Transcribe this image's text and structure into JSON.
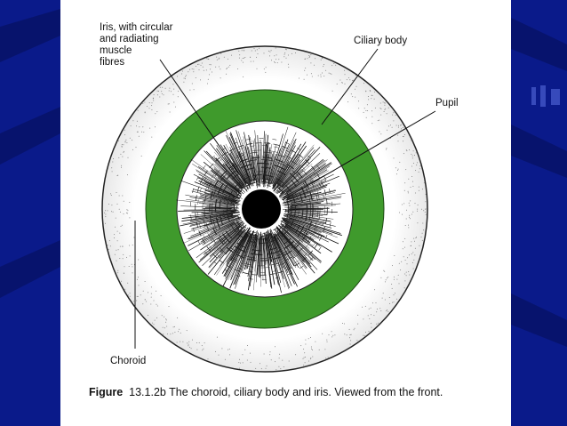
{
  "labels": {
    "iris": "Iris, with circular\nand radiating\nmuscle\nfibres",
    "ciliary_body": "Ciliary body",
    "pupil": "Pupil",
    "choroid": "Choroid"
  },
  "caption": {
    "prefix": "Figure",
    "number": "13.1.2b",
    "text": " The choroid, ciliary body and iris. Viewed from the front."
  },
  "colors": {
    "slide_background": "#0a1a8a",
    "ciliary_ring": "#3f9a2c",
    "pupil": "#000000"
  }
}
